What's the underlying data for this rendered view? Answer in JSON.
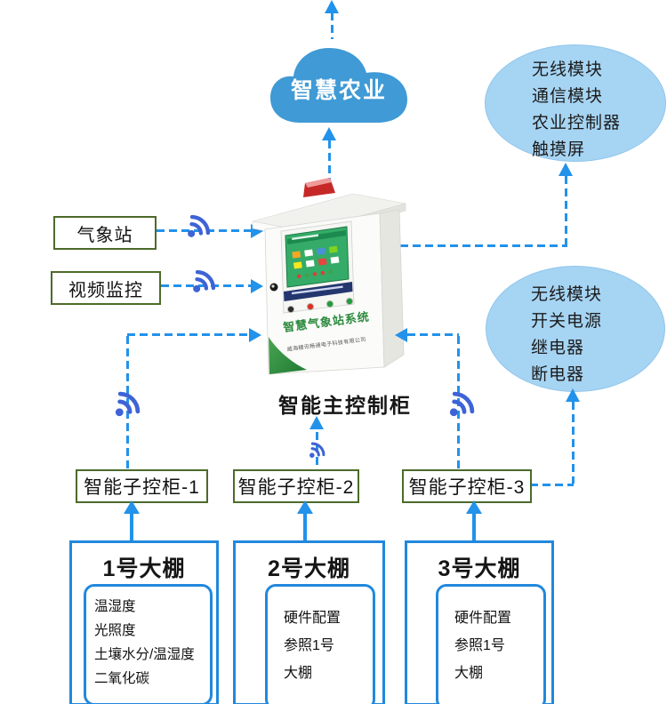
{
  "colors": {
    "flow_blue": "#2292ea",
    "wifi_blue": "#3e63d6",
    "cloud_blue": "#3f9ad5",
    "bubble_fill": "#a6d4f3",
    "green_border": "#4c6b2a",
    "blue_border": "#2288dd",
    "cabinet_title_green": "#2e8b3f",
    "alarm_red": "#c62828"
  },
  "cloud": {
    "label": "智慧农业"
  },
  "right_bubbles": [
    {
      "lines": [
        "无线模块",
        "通信模块",
        "农业控制器",
        "触摸屏"
      ]
    },
    {
      "lines": [
        "无线模块",
        "开关电源",
        "继电器",
        "断电器"
      ]
    }
  ],
  "left_inputs": [
    {
      "label": "气象站"
    },
    {
      "label": "视频监控"
    }
  ],
  "main_cabinet": {
    "caption": "智能主控制柜",
    "device_title": "智慧气象站系统",
    "device_company": "威海精讯畅通电子科技有限公司"
  },
  "sub_cabinets": [
    {
      "label": "智能子控柜-1"
    },
    {
      "label": "智能子控柜-2"
    },
    {
      "label": "智能子控柜-3"
    }
  ],
  "greenhouses": [
    {
      "title": "1号大棚",
      "items": [
        "温湿度",
        "光照度",
        "土壤水分/温湿度",
        "二氧化碳"
      ]
    },
    {
      "title": "2号大棚",
      "items": [
        "硬件配置",
        "参照1号",
        "大棚"
      ]
    },
    {
      "title": "3号大棚",
      "items": [
        "硬件配置",
        "参照1号",
        "大棚"
      ]
    }
  ]
}
